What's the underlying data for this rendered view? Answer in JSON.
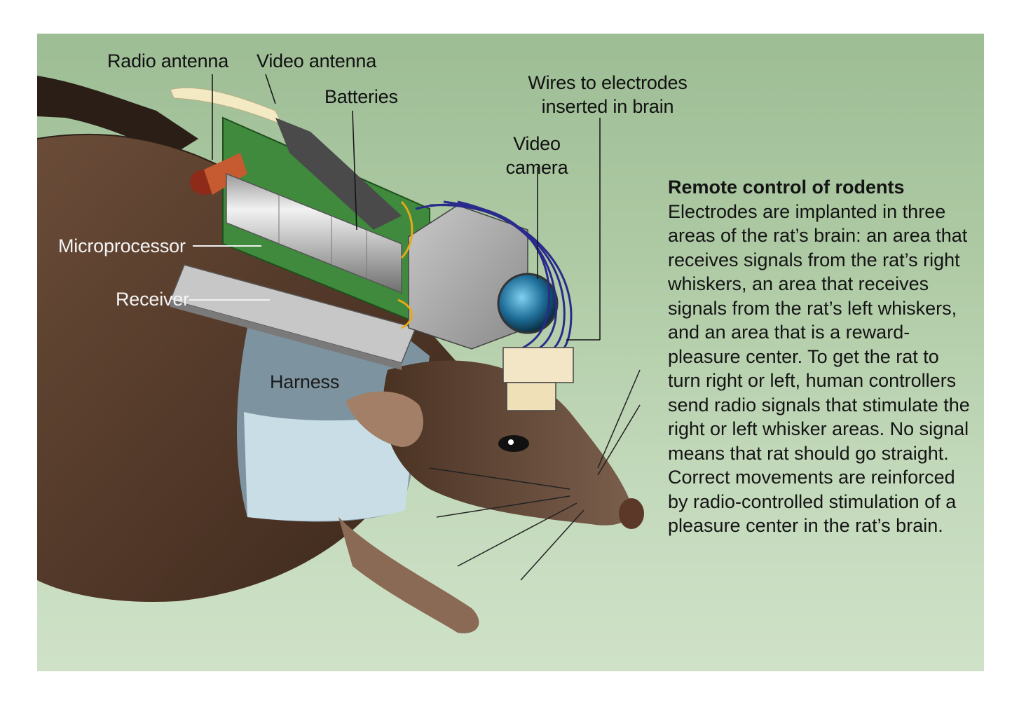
{
  "labels": {
    "radio_antenna": "Radio antenna",
    "video_antenna": "Video antenna",
    "batteries": "Batteries",
    "wires_line1": "Wires to electrodes",
    "wires_line2": "inserted in brain",
    "video_camera_line1": "Video",
    "video_camera_line2": "camera",
    "microprocessor": "Microprocessor",
    "receiver": "Receiver",
    "harness": "Harness"
  },
  "caption": {
    "title": "Remote control of rodents",
    "body": "Electrodes are implanted in three areas of the rat’s brain: an area that receives signals from the rat’s right whiskers, an area that receives signals from the rat’s left whiskers, and an area that is a reward-pleasure center. To get the rat to turn right or left, human controllers send radio signals that stimulate the right or left whisker areas. No signal means that rat should go straight. Correct movements are reinforced by radio-controlled stimulation of a pleasure center in the rat’s brain."
  },
  "colors": {
    "background": "#a9c7a0",
    "fur": "#5a4030",
    "harness": "#7f97a3",
    "circuit_board": "#3f8a3c",
    "wires": "#2a2a8c",
    "radio_antenna": "#b8522e"
  }
}
